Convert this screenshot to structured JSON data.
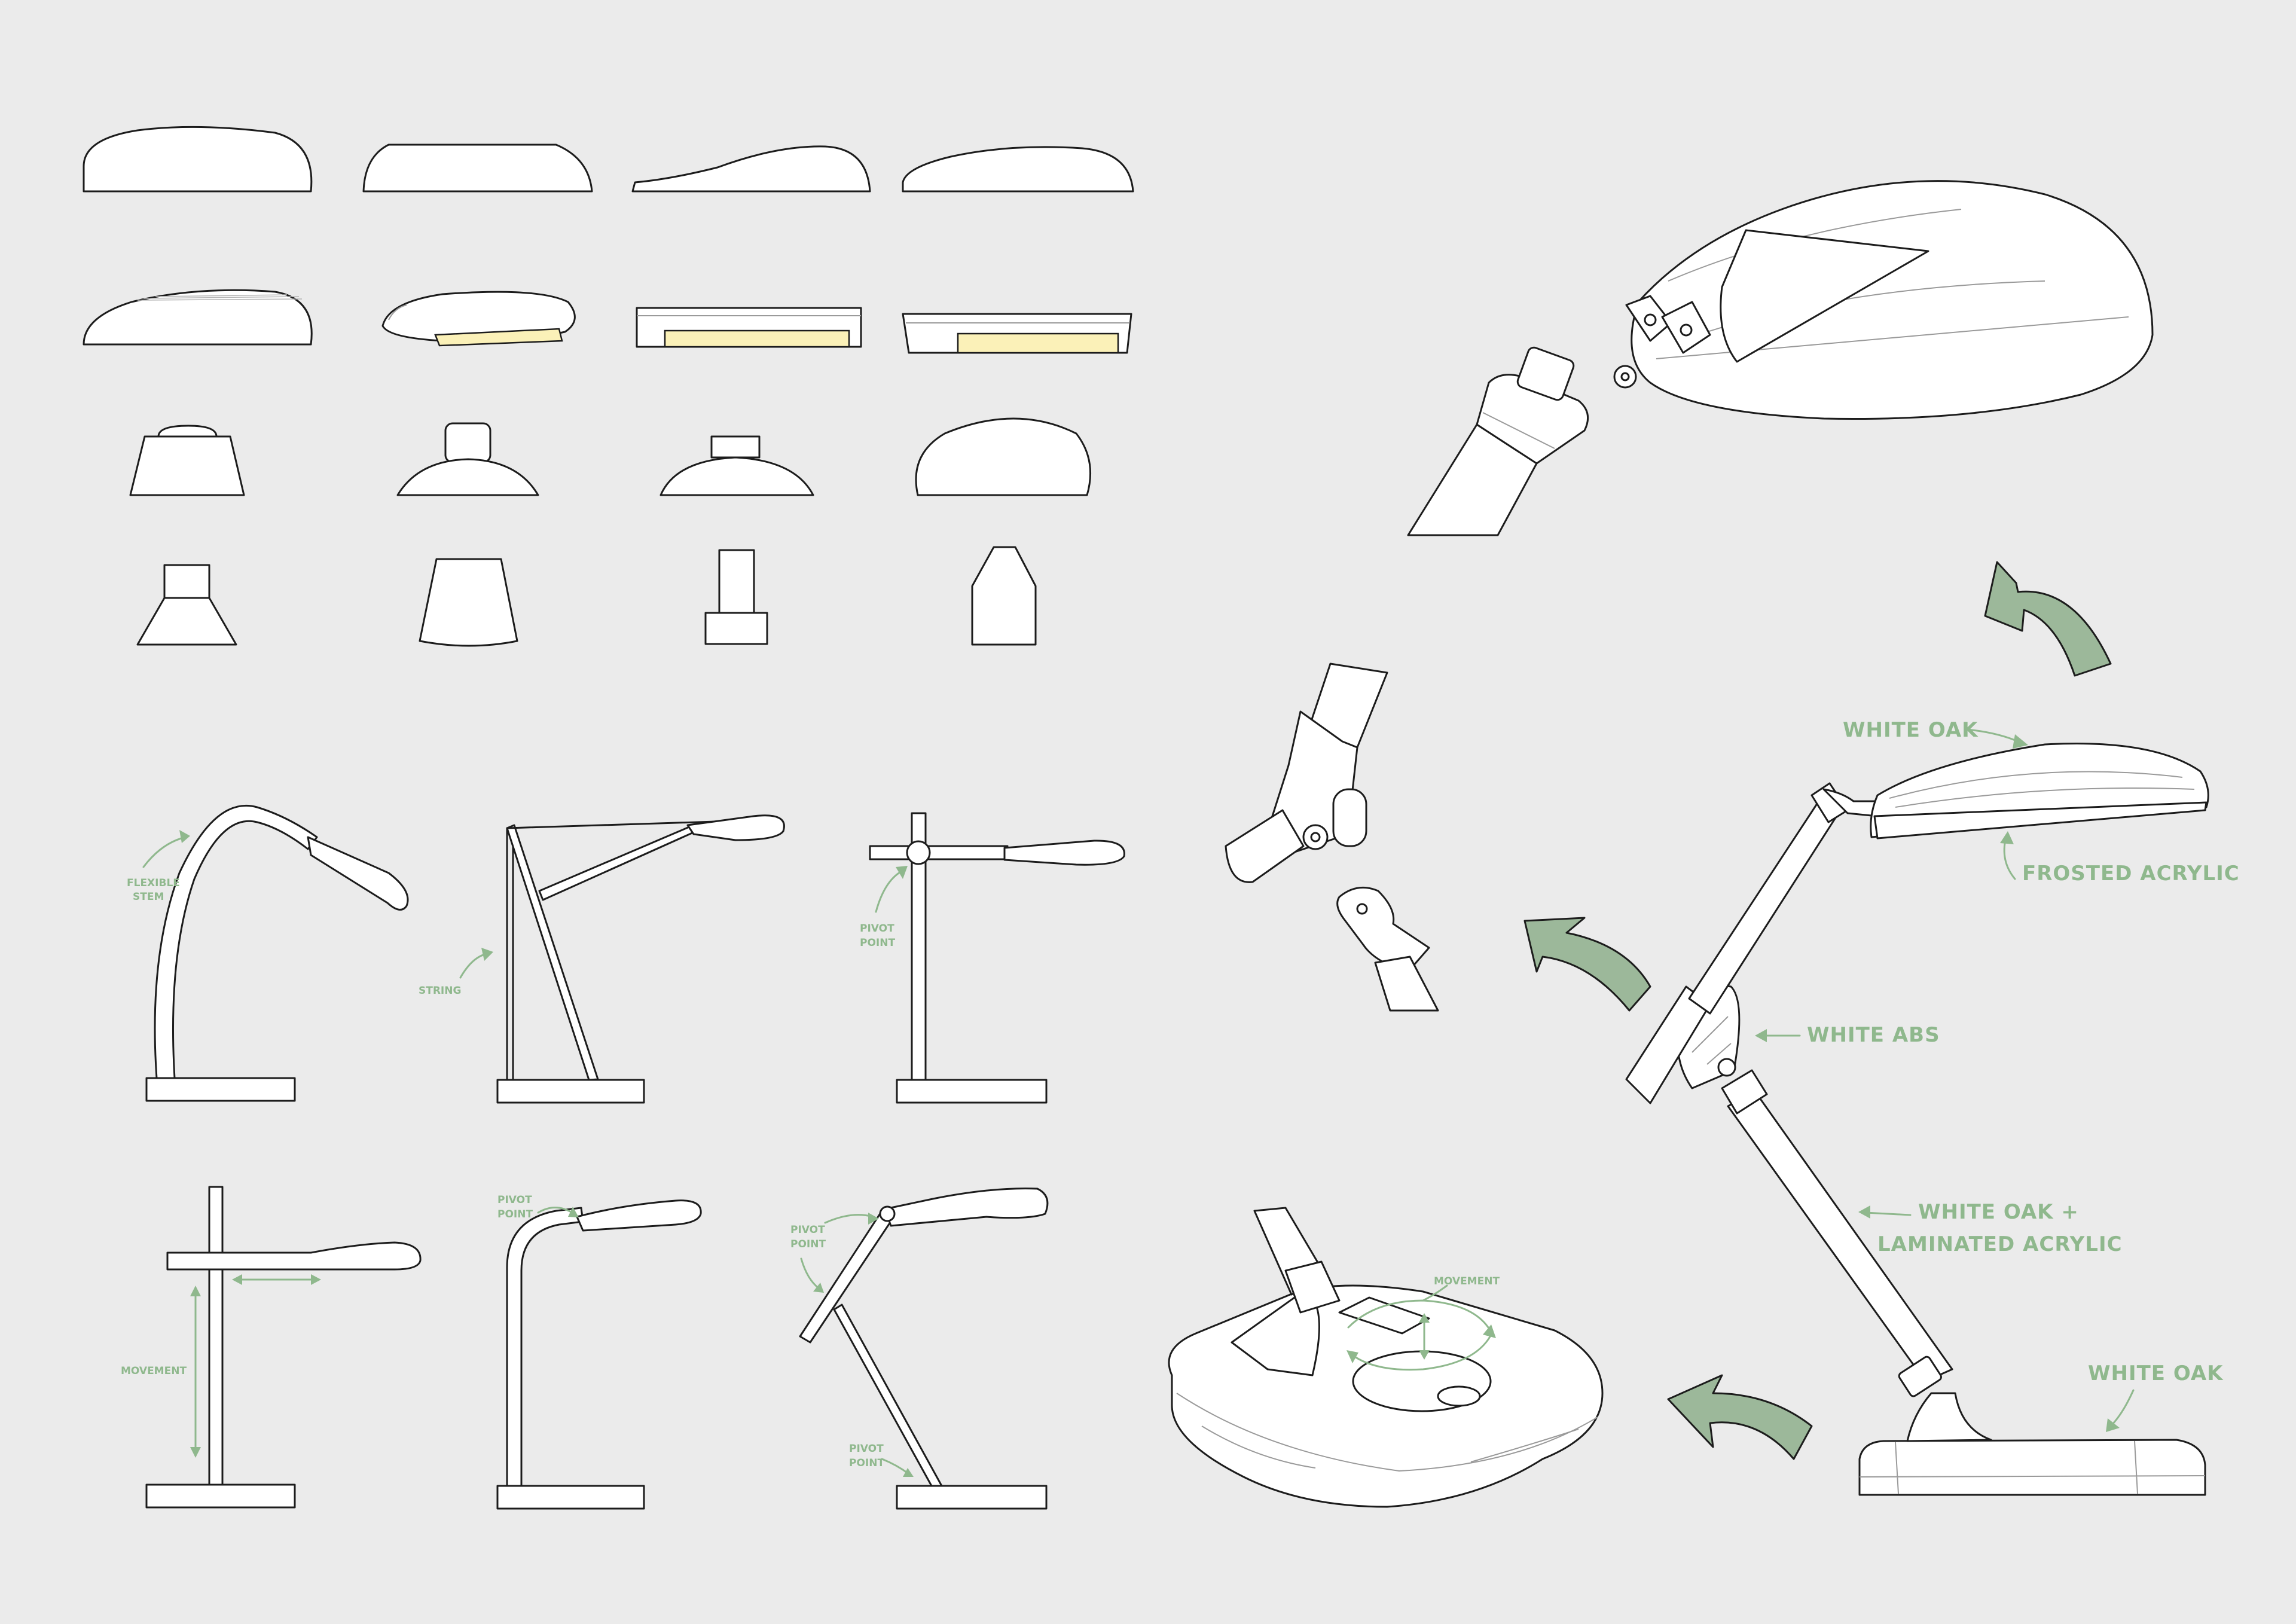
{
  "labels": {
    "flexible": "FLEXIBLE",
    "stem": "STEM",
    "string": "STRING",
    "pivot": "PIVOT",
    "point": "POINT",
    "movement_left": "MOVEMENT",
    "movement_base": "MOVEMENT",
    "white_oak_top": "WHITE OAK",
    "frosted_acrylic": "FROSTED ACRYLIC",
    "white_abs": "WHITE ABS",
    "white_oak_plus": "WHITE OAK +",
    "laminated_acrylic": "LAMINATED ACRYLIC",
    "white_oak_base": "WHITE OAK"
  },
  "colors": {
    "background": "#ebebeb",
    "annotation_green": "#8fb88d",
    "arrow_green": "#9cb89a",
    "diffuser_yellow": "#fbf1b8",
    "outline": "#1c1c1c"
  },
  "icons": {
    "big_arrow": "curved-arrow-icon",
    "small_arrow": "annotation-arrow-icon"
  }
}
